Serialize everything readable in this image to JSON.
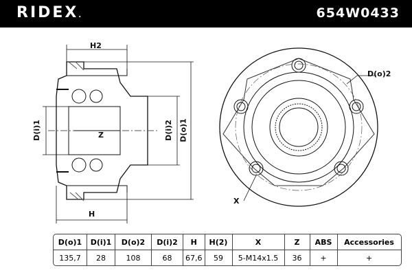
{
  "header": {
    "brand": "RIDEX",
    "part_number": "654W0433"
  },
  "drawing_labels": {
    "h2": "H2",
    "di1": "D(i)1",
    "z": "Z",
    "di2": "D(i)2",
    "do1": "D(o)1",
    "h": "H",
    "do2": "D(o)2",
    "x": "X"
  },
  "spec_table": {
    "headers": [
      "D(o)1",
      "D(i)1",
      "D(o)2",
      "D(i)2",
      "H",
      "H(2)",
      "X",
      "Z",
      "ABS",
      "Accessories"
    ],
    "values": [
      "135,7",
      "28",
      "108",
      "68",
      "67,6",
      "59",
      "5-M14x1.5",
      "36",
      "+",
      "+"
    ]
  }
}
